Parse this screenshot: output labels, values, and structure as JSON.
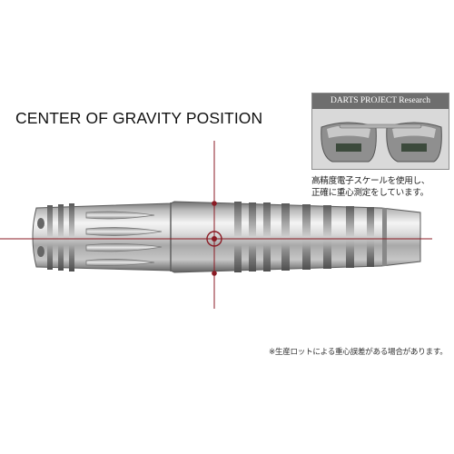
{
  "title": "CENTER OF GRAVITY POSITION",
  "research_box": {
    "header": "DARTS PROJECT Research",
    "note_line1": "高精度電子スケールを使用し、",
    "note_line2": "正確に重心測定をしています。"
  },
  "footnote": "※生産ロットによる重心誤差がある場合があります。",
  "colors": {
    "crosshair": "#8b1b24",
    "header_bg": "#6e6e6e"
  },
  "icons": {
    "scale": "digital-scale-icon",
    "barrel": "dart-barrel-image",
    "marker": "center-of-gravity-marker"
  }
}
